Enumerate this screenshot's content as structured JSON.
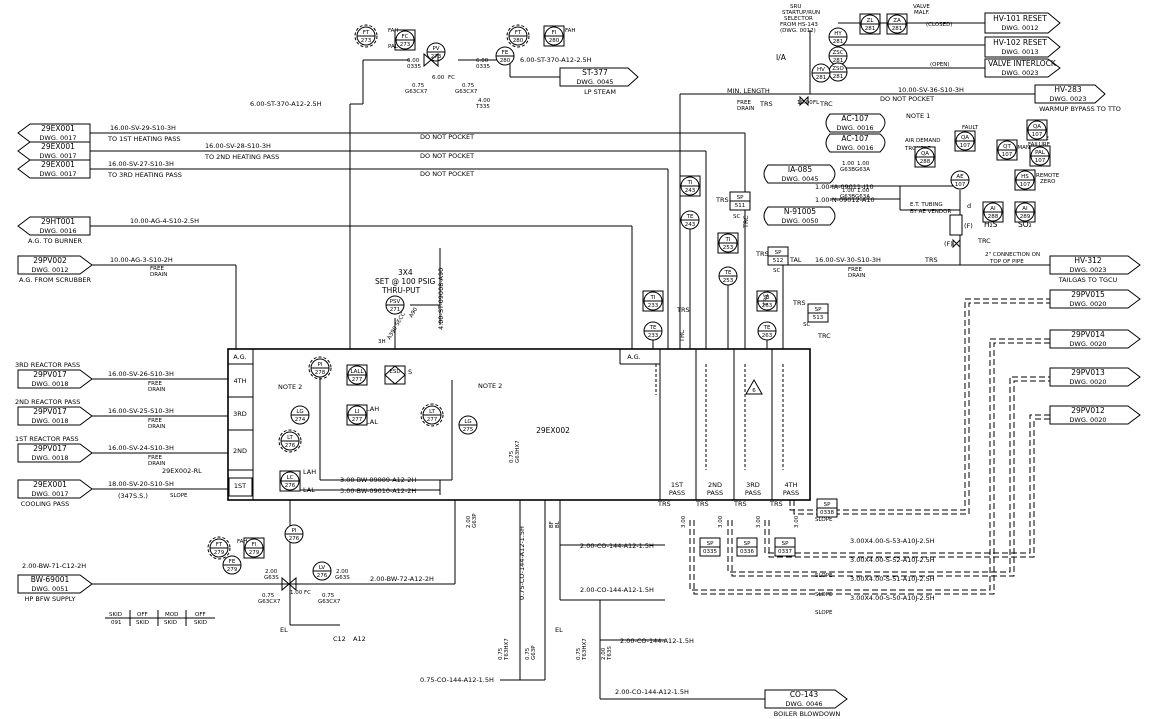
{
  "title_blocks": {
    "hv101": "HV-101 RESET",
    "hv101_dwg": "DWG. 0012",
    "hv102": "HV-102 RESET",
    "hv102_dwg": "DWG. 0013",
    "valve_interlock": "VALVE INTERLOCK",
    "valve_interlock_dwg": "DWG. 0023",
    "sru": "SRU",
    "sru2": "STARTUP/RUN",
    "sru3": "SELECTOR",
    "sru4": "FROM HS-143",
    "sru5": "(DWG. 0012)",
    "valve_malf": "VALVE",
    "valve_malf2": "MALF.",
    "closed": "(CLOSED)",
    "open": "(OPEN)",
    "ia": "I/A"
  },
  "offpage": {
    "st377": "ST-377",
    "st377_dwg": "DWG. 0045",
    "lp_steam": "LP STEAM",
    "hv283": "HV-283",
    "hv283_dwg": "DWG. 0023",
    "warmup": "WARMUP BYPASS TO TTO",
    "hv312": "HV-312",
    "hv312_dwg": "DWG. 0023",
    "tailgas": "TAILGAS TO TGCU",
    "pv015": "29PV015",
    "pv015_dwg": "DWG. 0020",
    "pv014": "29PV014",
    "pv014_dwg": "DWG. 0020",
    "pv013": "29PV013",
    "pv013_dwg": "DWG. 0020",
    "pv012": "29PV012",
    "pv012_dwg": "DWG. 0020",
    "co143": "CO-143",
    "co143_dwg": "DWG. 0046",
    "boiler_blowdown": "BOILER BLOWDOWN",
    "ex001a": "29EX001",
    "ex001a_dwg": "DWG. 0017",
    "to1st": "TO 1ST HEATING PASS",
    "ex001b": "29EX001",
    "ex001b_dwg": "DWG. 0017",
    "to2nd": "TO 2ND HEATING PASS",
    "ex001c": "29EX001",
    "ex001c_dwg": "DWG. 0017",
    "to3rd": "TO 3RD HEATING PASS",
    "ht001": "29HT001",
    "ht001_dwg": "DWG. 0016",
    "ag_burner": "A.G. TO BURNER",
    "pv002": "29PV002",
    "pv002_dwg": "DWG. 0012",
    "ag_scrubber": "A.G. FROM SCRUBBER",
    "r3_title": "3RD REACTOR PASS",
    "r3": "29PV017",
    "r3_dwg": "DWG. 0018",
    "r2_title": "2ND REACTOR PASS",
    "r2": "29PV017",
    "r2_dwg": "DWG. 0018",
    "r1_title": "1ST REACTOR PASS",
    "r1": "29PV017",
    "r1_dwg": "DWG. 0018",
    "ex001d": "29EX001",
    "ex001d_dwg": "DWG. 0017",
    "cooling": "COOLING PASS",
    "bw69001": "BW-69001",
    "bw_dwg": "DWG. 0051",
    "hp_bfw": "HP BFW SUPPLY",
    "ac107a": "AC-107",
    "ac107a_dwg": "DWG. 0016",
    "ac107b": "AC-107",
    "ac107b_dwg": "DWG. 0016",
    "ia085": "IA-085",
    "ia085_dwg": "DWG. 0045",
    "n91005": "N-91005",
    "n91005_dwg": "DWG. 0050"
  },
  "lines": {
    "st370_top": "6.00-ST-370-A12-2.5H",
    "st370_left": "6.00-ST-370-A12-2.5H",
    "sv29": "16.00-SV-29-S10-3H",
    "sv28": "16.00-SV-28-S10-3H",
    "sv27": "16.00-SV-27-S10-3H",
    "ag4": "10.00-AG-4-S10-2.5H",
    "ag3": "10.00-AG-3-S10-2H",
    "sv26": "16.00-SV-26-S10-3H",
    "sv25": "16.00-SV-25-S10-3H",
    "sv24": "16.00-SV-24-S10-3H",
    "sv20": "18.00-SV-20-S10-5H",
    "sv36": "10.00-SV-36-S10-3H",
    "sv30": "16.00-SV-30-S10-3H",
    "st09008": "4.00-ST-09008-A90",
    "bw09009": "3.00-BW-09009-A12-2H",
    "bw09010": "3.00-BW-09010-A12-2H",
    "bw71": "2.00-BW-71-C12-2H",
    "bw72": "2.00-BW-72-A12-2H",
    "co144a": "2.00-CO-144-A12-1.5H",
    "co144b": "2.00-CO-144-A12-1.5H",
    "co144c": "2.00-CO-144-A12-1.5H",
    "co144d": "2.00-CO-144-A12-1.5H",
    "co144e": "0.75-CO-144-A12-1.5H",
    "co144v": "0.75-CO-144-A12-1.5H",
    "s53": "3.00X4.00-S-53-A10J-2.5H",
    "s52": "3.00X4.00-S-52-A10J-2.5H",
    "s51": "3.00X4.00-S-51-A10J-2.5H",
    "s50": "3.00X4.00-S-50-A10J-2.5H",
    "ia09011": "1.00-IA-09011-I10",
    "n09012": "1.00-N-09012-A10",
    "do_not_pocket1": "DO NOT POCKET",
    "do_not_pocket2": "DO NOT POCKET",
    "do_not_pocket3": "DO NOT POCKET",
    "do_not_pocket4": "DO NOT POCKET",
    "min_length": "MIN. LENGTH",
    "free_drain": "FREE",
    "drain": "DRAIN",
    "slope": "SLOPE",
    "et_tubing": "E.T. TUBING",
    "by_ae_vendor": "BY AE VENDOR",
    "conn_on": "2\" CONNECTION ON",
    "top_of_pipe": "TOP OF PIPE",
    "psv_set": "3X4",
    "psv_set2": "SET @ 100 PSIG",
    "psv_set3": "THRU-PUT",
    "ss_note": "(347S.S.)",
    "ex002_rl": "29EX002-RL",
    "note1": "NOTE 1",
    "air_demand": "AIR DEMAND",
    "trouble": "TROUBLE",
    "fault": "FAULT",
    "auto_man": "AUTO/MAN",
    "purge": "PURGE",
    "failure": "FAILURE",
    "remote": "REMOTE",
    "zero": "ZERO",
    "h2s": "H₂S",
    "so2": "SO₂"
  },
  "exchanger": {
    "tag": "29EX002",
    "ag_left": "A.G.",
    "ag_right": "A.G.",
    "p4th": "4TH",
    "p3rd": "3RD",
    "p2nd": "2ND",
    "p1st": "1ST",
    "pass1": "1ST",
    "pass2": "2ND",
    "pass3": "3RD",
    "pass4": "4TH",
    "pass_lbl": "PASS",
    "note2a": "NOTE 2",
    "note2b": "NOTE 2",
    "tri": "6"
  },
  "instruments": {
    "ft273": [
      "FT",
      "273"
    ],
    "fc273": [
      "FC",
      "273"
    ],
    "pv273": [
      "PV",
      "273"
    ],
    "ft280": [
      "FT",
      "280"
    ],
    "fi280": [
      "FI",
      "280"
    ],
    "fe280": [
      "FE",
      "280"
    ],
    "hy281": [
      "HY",
      "281"
    ],
    "zsc281": [
      "ZSC",
      "281"
    ],
    "zso281": [
      "ZSO",
      "281"
    ],
    "hv281": [
      "HV",
      "281"
    ],
    "zl281": [
      "ZL",
      "281"
    ],
    "za281": [
      "ZA",
      "281"
    ],
    "ti243": [
      "TI",
      "243"
    ],
    "te243": [
      "TE",
      "243"
    ],
    "sp511": [
      "SP",
      "511"
    ],
    "ti253": [
      "TI",
      "253"
    ],
    "te253": [
      "TE",
      "253"
    ],
    "sp512": [
      "SP",
      "512"
    ],
    "ti233": [
      "TI",
      "233"
    ],
    "te233": [
      "TE",
      "233"
    ],
    "ti263": [
      "TI",
      "263"
    ],
    "te263": [
      "TE",
      "263"
    ],
    "sp513": [
      "SP",
      "513"
    ],
    "psv271": [
      "PSV",
      "271"
    ],
    "pi278": [
      "PI",
      "278"
    ],
    "lall277": [
      "LALL",
      "277"
    ],
    "esd": [
      "ESD",
      ""
    ],
    "li277": [
      "LI",
      "277"
    ],
    "lt277": [
      "LT",
      "277"
    ],
    "lg274": [
      "LG",
      "274"
    ],
    "lt276": [
      "LT",
      "276"
    ],
    "lg275": [
      "LG",
      "275"
    ],
    "lc276": [
      "LC",
      "276"
    ],
    "ae107": [
      "AE",
      "107"
    ],
    "qa288": [
      "QA",
      "288"
    ],
    "qa107": [
      "QA",
      "107"
    ],
    "qt107": [
      "QT",
      "107"
    ],
    "qa107b": [
      "QA",
      "107"
    ],
    "pal107": [
      "PAL",
      "107"
    ],
    "hs107": [
      "HS",
      "107"
    ],
    "ai288": [
      "AI",
      "288"
    ],
    "ai289": [
      "AI",
      "289"
    ],
    "ft279": [
      "FT",
      "279"
    ],
    "fi279": [
      "FI",
      "279"
    ],
    "fe279": [
      "FE",
      "279"
    ],
    "pi276": [
      "PI",
      "276"
    ],
    "lv276": [
      "LV",
      "276"
    ],
    "sp338": [
      "SP",
      "0338"
    ],
    "sp335": [
      "SP",
      "0335"
    ],
    "sp336": [
      "SP",
      "0336"
    ],
    "sp337": [
      "SP",
      "0337"
    ]
  },
  "tags": {
    "trs1": "TRS",
    "trc1": "TRC",
    "trs2": "TRS",
    "trc2": "TRC",
    "trs3": "TRS",
    "trc3": "TRC",
    "trs4": "TRS",
    "trc4": "TRC",
    "trs5": "TRS",
    "trs6": "TRS",
    "trs7": "TRS",
    "trs8": "TRS",
    "trs9": "TRS",
    "trs_min": "TRS",
    "trc_min": "TRC",
    "trs_r": "TRS",
    "trc_r": "TRC",
    "tal": "TAL",
    "sc1": "SC",
    "sc2": "SC",
    "sc3": "SC",
    "fpah": "FAH",
    "pal": "PAL",
    "fah2": "FAH",
    "fah3": "FAH",
    "lah": "LAH",
    "lal": "LAL",
    "lah2": "LAH",
    "lal2": "LAL",
    "s_lbl": "S",
    "fl": "FL",
    "el": "EL",
    "fc": "FC",
    "fc2": "FC",
    "c12": "C12",
    "a12": "A12",
    "skid1": "SKID",
    "skid1b": "091",
    "off1": "OFF",
    "off1b": "SKID",
    "mod": "MOD",
    "mod_b": "SKID",
    "off2": "OFF",
    "off2b": "SKID",
    "v600_1": "6.00",
    "v600_2": "0335",
    "v600_3": "6.00",
    "v600_4": "0335",
    "v075": "0.75",
    "v075b": "G63CX7",
    "v075c": "0.75",
    "v075d": "G63CX7",
    "v400": "4.00",
    "v400b": "T335",
    "v600fc": "6.00",
    "size_100a": "1.00",
    "size_100b": "1.00",
    "g63b": "G63B",
    "g63a": "G63A",
    "size_10fl": "10.00",
    "fl_lbl": "FL",
    "f1": "(F)",
    "f2": "(F)",
    "f3": "(F)",
    "d_lbl": "d",
    "v_200a": "2.00",
    "v_200b": "G63S",
    "v_075x": "0.75",
    "v_075y": "G63CX7",
    "v_100fc": "1.00 FC",
    "v_200c": "2.00",
    "v_200d": "G63S",
    "v_075m": "0.75",
    "v_075n": "G63CX7",
    "v_300a": "3.00",
    "v_300b": "3.00",
    "v_300c": "3.00",
    "v_300d": "3.00",
    "v_200e": "2.00",
    "v_200f": "G63P",
    "v_200g": "2.00",
    "v_200h": "T63S",
    "v_075p": "0.75",
    "v_075q": "G63CX7",
    "v_075r": "0.75",
    "v_075s": "T63HX7",
    "v_075t": "0.75",
    "v_075u": "G63P",
    "v_075v": "0.75",
    "v_075w": "T63HX7",
    "v_075bl": "0.75",
    "v_075blb": "G63HX7",
    "bf": "BF",
    "bl": "BL",
    "a90": "A90",
    "rl_note": "A390 SECC",
    "sh_lbl": "3H"
  }
}
